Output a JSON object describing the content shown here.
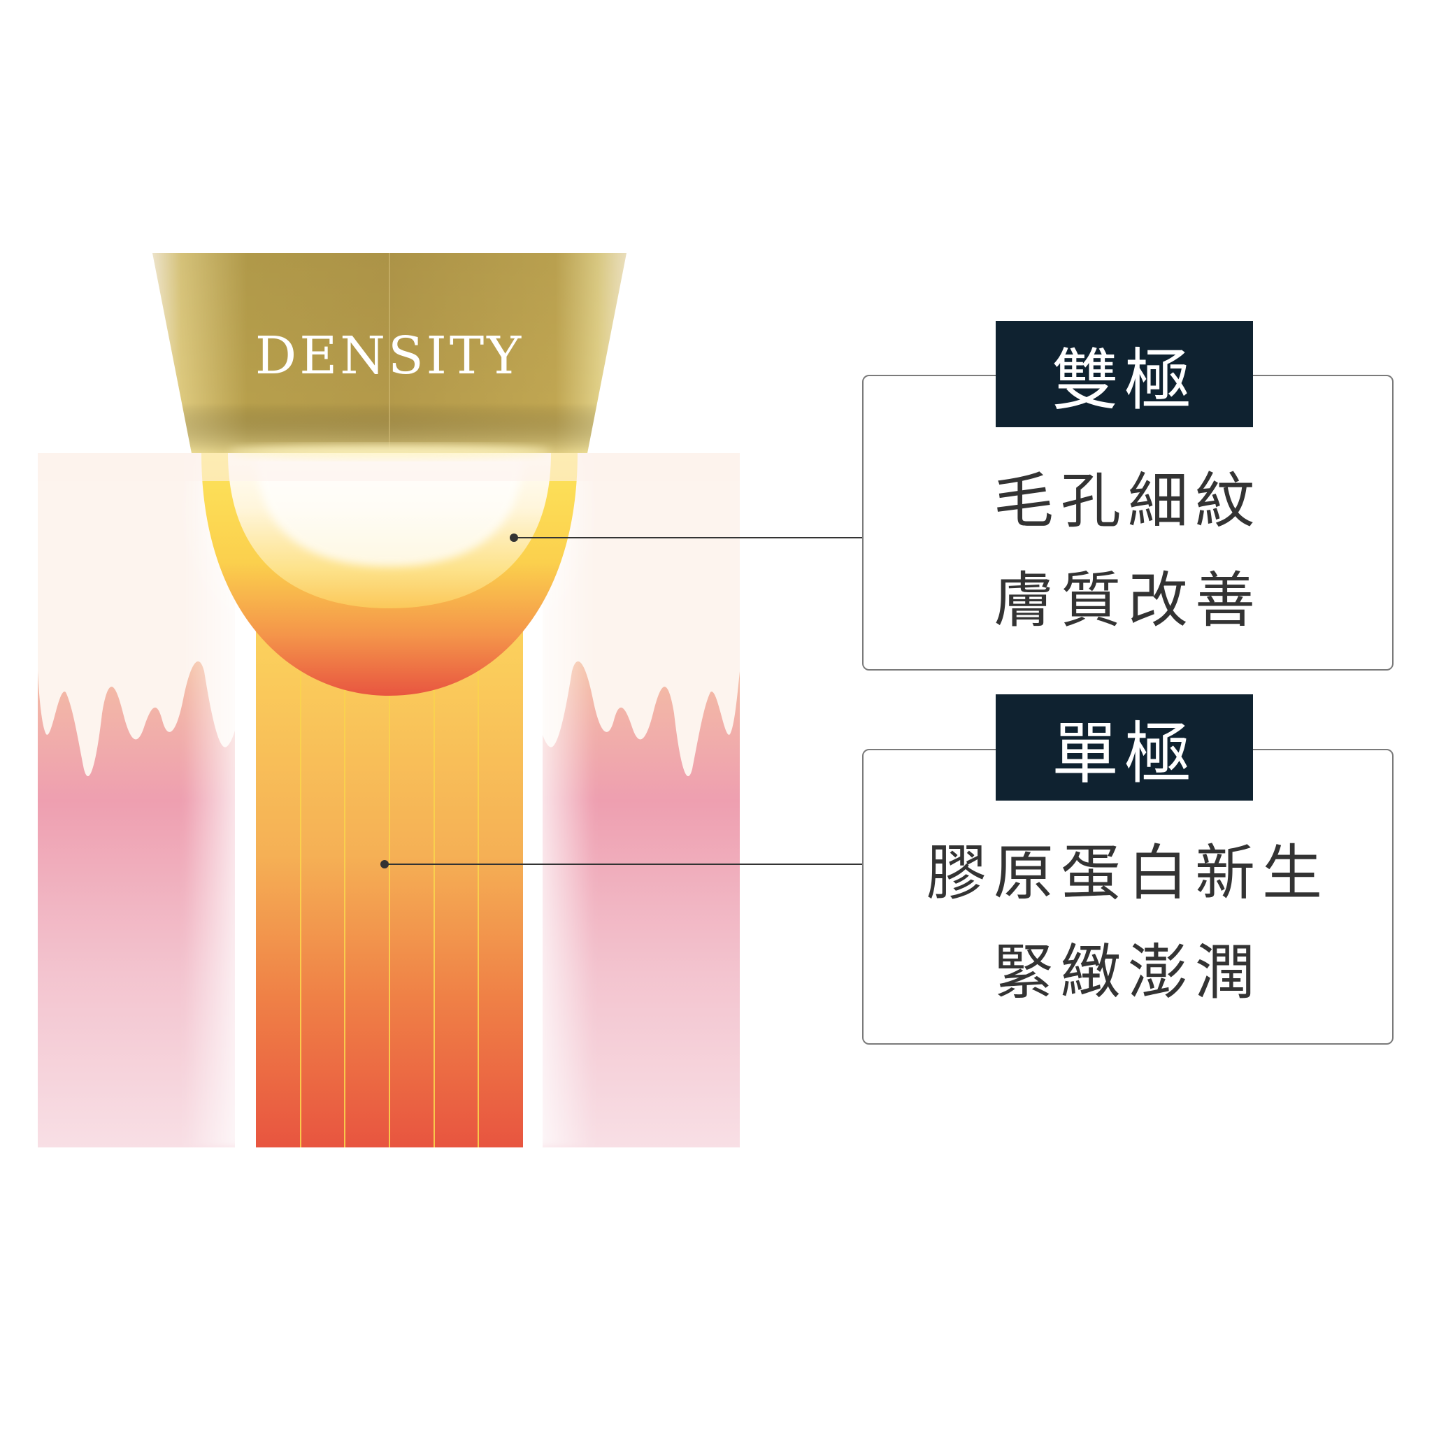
{
  "device": {
    "label": "DENSITY"
  },
  "callouts": [
    {
      "title": "雙極",
      "lines": [
        "毛孔細紋",
        "膚質改善"
      ]
    },
    {
      "title": "單極",
      "lines": [
        "膠原蛋白新生",
        "緊緻澎潤"
      ]
    }
  ],
  "colors": {
    "gold_dark": "#b39a47",
    "gold_light": "#ddc97e",
    "skin_peach": "#f7cca3",
    "skin_pink": "#ee9fb0",
    "skin_pale": "#f8dde3",
    "energy_yellow": "#fbd35a",
    "energy_red": "#e85540",
    "tag_bg": "#0f2230",
    "connector": "#333333"
  }
}
